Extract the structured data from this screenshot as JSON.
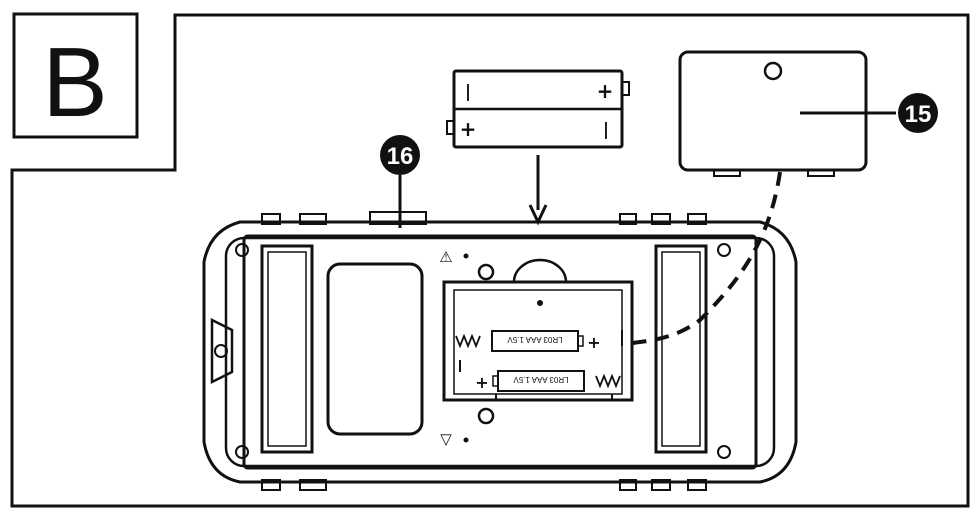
{
  "panel": {
    "letter": "B"
  },
  "callouts": {
    "cover": "15",
    "clip": "16"
  },
  "loose_battery_pack": {
    "top_cell": {
      "left_sign": "|",
      "right_sign": "+"
    },
    "bottom_cell": {
      "left_sign": "+",
      "right_sign": "|"
    }
  },
  "installed_batteries": {
    "upper_label": "LR03 AAA 1.5V",
    "lower_label": "LR03 AAA 1.5V",
    "upper_sign": "+",
    "lower_sign": "+"
  },
  "device_symbols": {
    "top_triangle": "⚠",
    "bottom_triangle": "▽"
  },
  "colors": {
    "ink": "#111111",
    "paper": "#ffffff"
  }
}
